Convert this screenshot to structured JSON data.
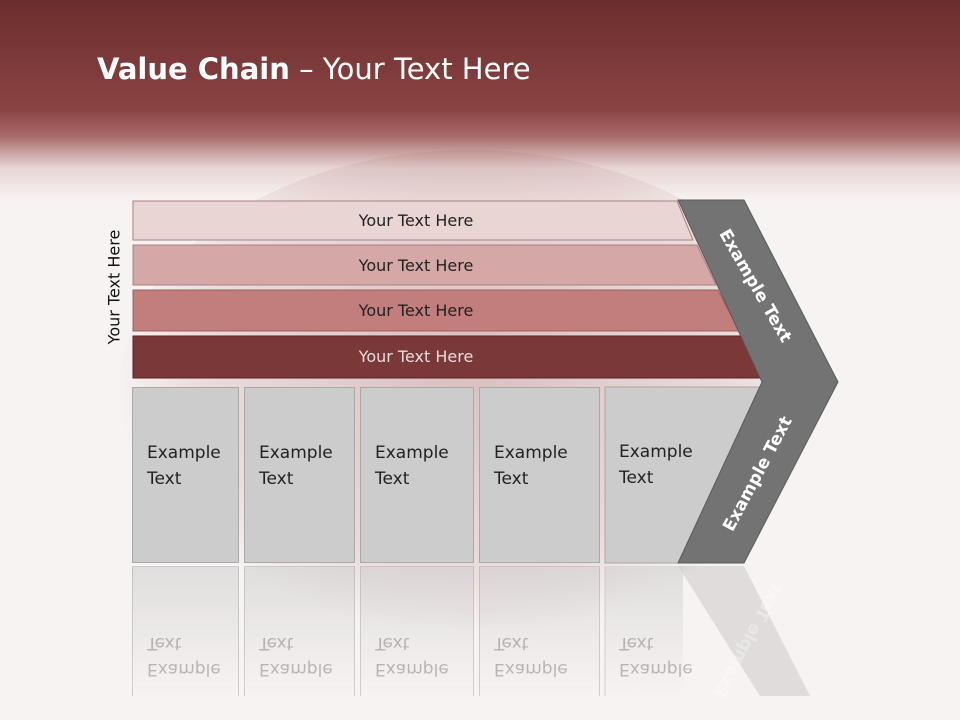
{
  "slide": {
    "title_bold": "Value Chain",
    "title_rest": " – Your Text Here",
    "side_label": "Your Text Here",
    "bars": [
      {
        "label": "Your Text Here",
        "color": "#ead5d5"
      },
      {
        "label": "Your Text Here",
        "color": "#d5a7a7"
      },
      {
        "label": "Your Text Here",
        "color": "#c27d7d"
      },
      {
        "label": "Your Text Here",
        "color": "#7a3838"
      }
    ],
    "boxes": [
      {
        "line1": "Example",
        "line2": "Text"
      },
      {
        "line1": "Example",
        "line2": "Text"
      },
      {
        "line1": "Example",
        "line2": "Text"
      },
      {
        "line1": "Example",
        "line2": "Text"
      },
      {
        "line1": "Example",
        "line2": "Text"
      }
    ],
    "chevron_upper_label": "Example Text",
    "chevron_lower_label": "Example Text",
    "colors": {
      "header": "#7a3838",
      "chevron": "#737373",
      "box": "#cccccc"
    }
  }
}
